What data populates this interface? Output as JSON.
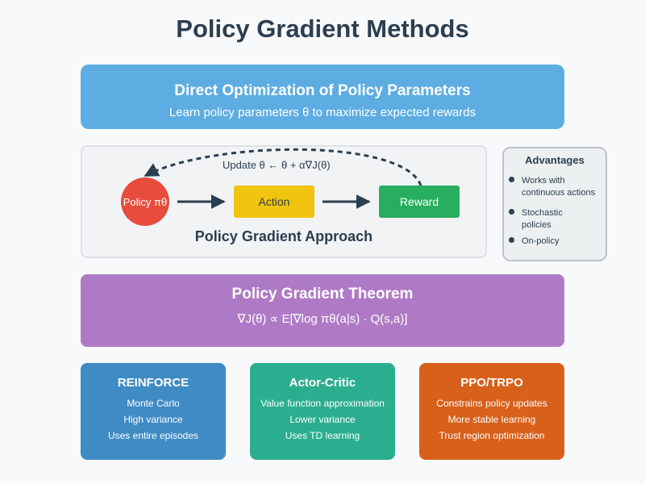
{
  "title": "Policy Gradient Methods",
  "direct": {
    "title": "Direct Optimization of Policy Parameters",
    "subtitle": "Learn policy parameters θ to maximize expected rewards"
  },
  "approach": {
    "title": "Policy Gradient Approach",
    "policy_label": "Policy πθ",
    "action_label": "Action",
    "reward_label": "Reward",
    "update_label": "Update θ ← θ + α∇J(θ)"
  },
  "advantages": {
    "title": "Advantages",
    "items": [
      "Works with continuous actions",
      "Stochastic policies",
      "On-policy"
    ]
  },
  "theorem": {
    "title": "Policy Gradient Theorem",
    "formula": "∇J(θ) ∝ E[∇log πθ(a|s) · Q(s,a)]"
  },
  "methods": [
    {
      "name": "REINFORCE",
      "lines": [
        "Monte Carlo",
        "High variance",
        "Uses entire episodes"
      ]
    },
    {
      "name": "Actor-Critic",
      "lines": [
        "Value function approximation",
        "Lower variance",
        "Uses TD learning"
      ]
    },
    {
      "name": "PPO/TRPO",
      "lines": [
        "Constrains policy updates",
        "More stable learning",
        "Trust region optimization"
      ]
    }
  ],
  "colors": {
    "title": "#2c3e50",
    "direct_box": "#5dade2",
    "policy_node": "#e74c3c",
    "action_node": "#f1c40f",
    "reward_node": "#27ae60",
    "theorem_box": "#af7ac5",
    "reinforce": "#3f8bc4",
    "actor_critic": "#2bae8f",
    "ppo_trpo": "#d7601a"
  }
}
